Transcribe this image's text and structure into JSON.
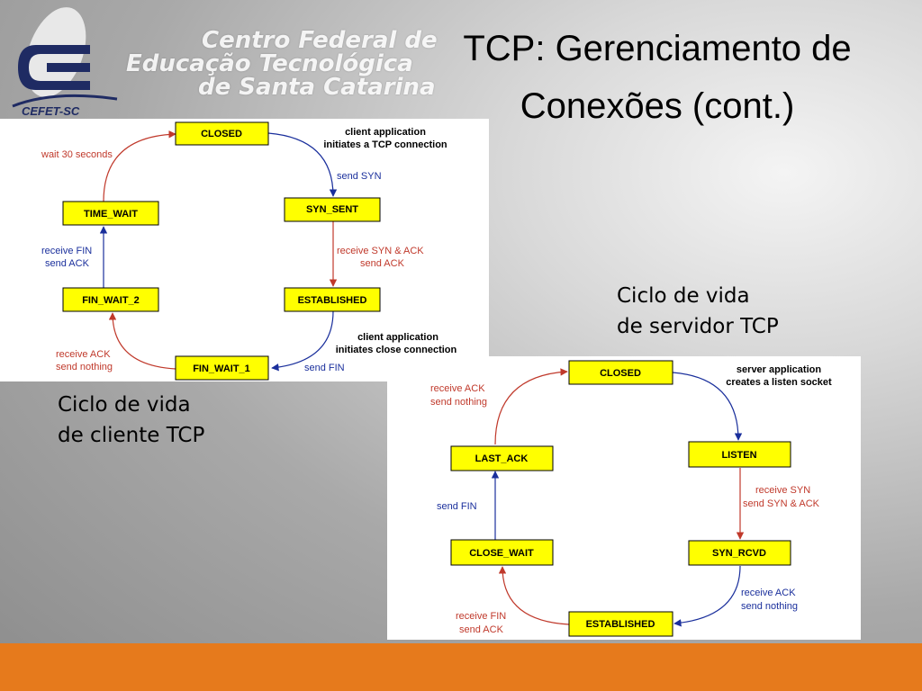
{
  "slide": {
    "title_line1": "TCP: Gerenciamento de",
    "title_line2": "Conexões (cont.)",
    "logo": {
      "line1": "Centro Federal de",
      "line2": "Educação Tecnológica",
      "line3": "de Santa Catarina",
      "short": "CEFET-SC"
    },
    "colors": {
      "footer": "#e67a1c",
      "state_fill": "#ffff00",
      "red_arrow": "#c0392b",
      "blue_arrow": "#1a2f9c"
    }
  },
  "client": {
    "caption_line1": "Ciclo de vida",
    "caption_line2": "de cliente TCP",
    "states": [
      "CLOSED",
      "SYN_SENT",
      "ESTABLISHED",
      "FIN_WAIT_1",
      "FIN_WAIT_2",
      "TIME_WAIT"
    ],
    "labels": {
      "app_open_1": "client application",
      "app_open_2": "initiates a TCP connection",
      "send_syn": "send SYN",
      "recv_synack_1": "receive SYN & ACK",
      "recv_synack_2": "send ACK",
      "app_close_1": "client application",
      "app_close_2": "initiates close connection",
      "send_fin": "send FIN",
      "recv_ack_1": "receive  ACK",
      "recv_ack_2": "send nothing",
      "recv_fin_1": "receive FIN",
      "recv_fin_2": "send ACK",
      "wait": "wait 30 seconds"
    }
  },
  "server": {
    "caption_line1": "Ciclo de vida",
    "caption_line2": "de servidor TCP",
    "states": [
      "CLOSED",
      "LISTEN",
      "SYN_RCVD",
      "ESTABLISHED",
      "CLOSE_WAIT",
      "LAST_ACK"
    ],
    "labels": {
      "app_listen_1": "server application",
      "app_listen_2": "creates a listen socket",
      "recv_syn_1": "receive SYN",
      "recv_syn_2": "send SYN & ACK",
      "recv_ack_1": "receive  ACK",
      "recv_ack_2": "send nothing",
      "recv_fin_1": "receive FIN",
      "recv_fin_2": "send ACK",
      "send_fin": "send FIN",
      "recv_ack2_1": "receive  ACK",
      "recv_ack2_2": "send nothing"
    }
  }
}
